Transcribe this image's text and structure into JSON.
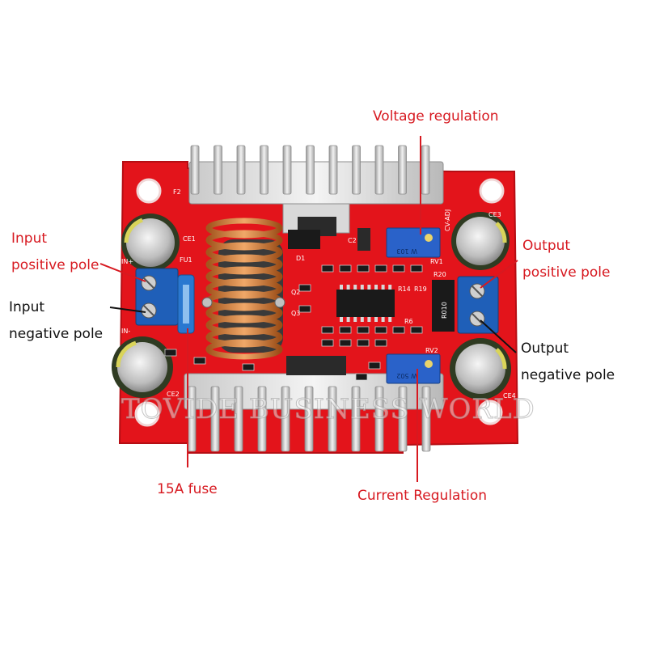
{
  "labels": {
    "voltage_regulation": "Voltage regulation",
    "input_positive_line1": "Input",
    "input_positive_line2": "positive pole",
    "input_negative_line1": "Input",
    "input_negative_line2": "negative pole",
    "output_positive_line1": "Output",
    "output_positive_line2": "positive pole",
    "output_negative_line1": "Output",
    "output_negative_line2": "negative pole",
    "fuse": "15A fuse",
    "current_regulation": "Current Regulation"
  },
  "watermark": "TOVIDE BUSINESS WORLD",
  "silkscreen": {
    "f2": "F2",
    "ce1": "CE1",
    "ce2": "CE2",
    "ce3": "CE3",
    "ce4": "CE4",
    "fu1": "FU1",
    "d1": "D1",
    "c2": "C2",
    "q2": "Q2",
    "q3": "Q3",
    "r14": "R14",
    "r19": "R19",
    "r20": "R20",
    "r6": "R6",
    "rv1": "RV1",
    "rv2": "RV2",
    "cv_adj": "CV-ADJ",
    "in_plus": "IN+",
    "in_minus": "IN-",
    "pot_top": "W 103",
    "pot_bottom": "W 502",
    "shunt": "R010"
  },
  "colors": {
    "board": "#e3141b",
    "label_red": "#d71920",
    "label_black": "#111111",
    "terminal_blue": "#1f5fb8",
    "pot_blue": "#2a62c9"
  }
}
